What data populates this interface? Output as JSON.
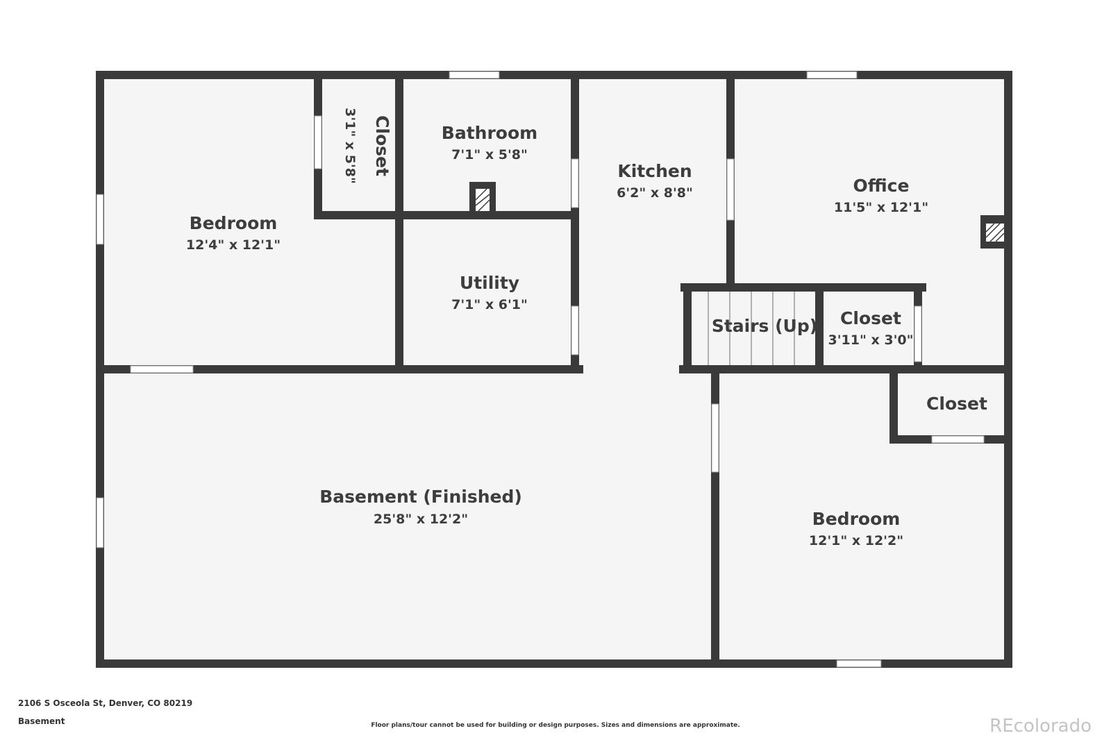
{
  "colors": {
    "wall": "#3a3a3a",
    "floor": "#f5f5f5",
    "window": "#ffffff",
    "text": "#3d3d3d"
  },
  "rooms": {
    "bedroom_1": {
      "name": "Bedroom",
      "dims": "12'4\" x 12'1\""
    },
    "closet_1": {
      "name": "Closet",
      "dims": "3'1\" x 5'8\""
    },
    "bathroom": {
      "name": "Bathroom",
      "dims": "7'1\" x 5'8\""
    },
    "kitchen": {
      "name": "Kitchen",
      "dims": "6'2\" x 8'8\""
    },
    "office": {
      "name": "Office",
      "dims": "11'5\" x 12'1\""
    },
    "utility": {
      "name": "Utility",
      "dims": "7'1\" x 6'1\""
    },
    "stairs": {
      "name": "Stairs (Up)"
    },
    "closet_2": {
      "name": "Closet",
      "dims": "3'11\" x 3'0\""
    },
    "closet_3": {
      "name": "Closet"
    },
    "basement": {
      "name": "Basement (Finished)",
      "dims": "25'8\" x 12'2\""
    },
    "bedroom_2": {
      "name": "Bedroom",
      "dims": "12'1\" x 12'2\""
    }
  },
  "footer": {
    "address": "2106 S Osceola St, Denver, CO 80219",
    "floor": "Basement",
    "disclaimer": "Floor plans/tour cannot be used for building or design purposes. Sizes and dimensions are approximate.",
    "watermark": "REcolorado"
  }
}
